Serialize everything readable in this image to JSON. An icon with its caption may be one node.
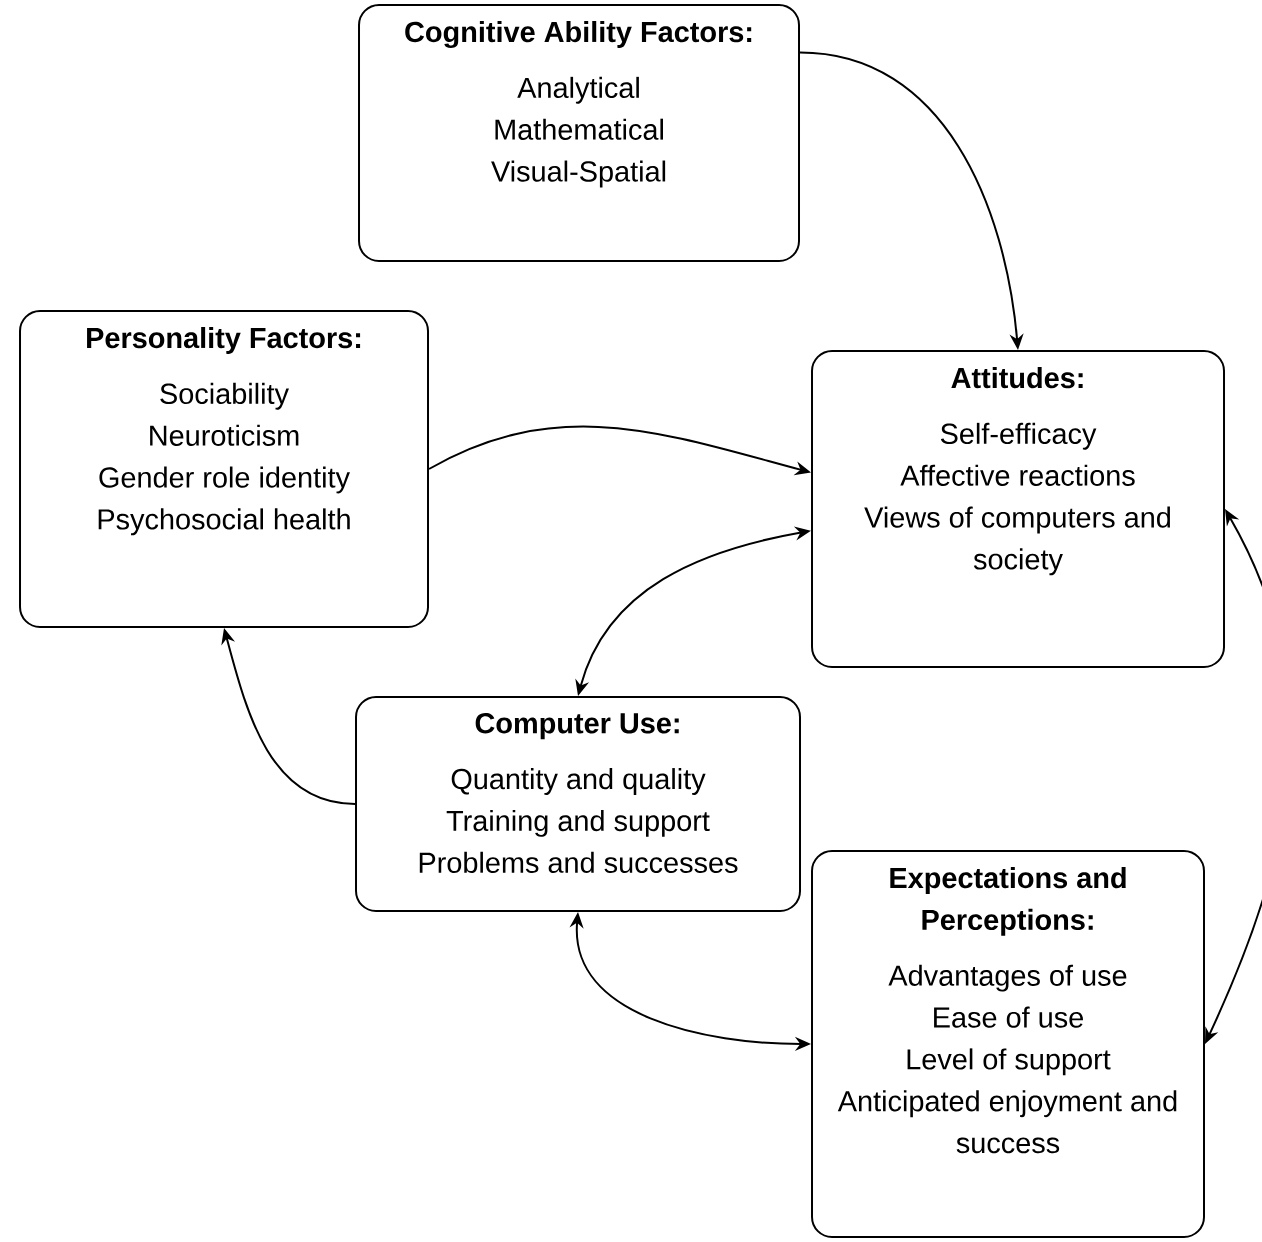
{
  "diagram": {
    "nodes": [
      {
        "text": [
          "Cognitive Ability Factors:",
          "Analytical",
          "Mathematical",
          "Visual-Spatial"
        ]
      },
      {
        "text": [
          "Personality Factors:",
          "Sociability",
          "Neuroticism",
          "Gender role identity",
          "Psychosocial health"
        ]
      },
      {
        "text": [
          "Attitudes:",
          "Self-efficacy",
          "Affective reactions",
          "Views of computers and society"
        ]
      },
      {
        "text": [
          "Computer Use:",
          "Quantity and quality",
          "Training and support",
          "Problems and successes"
        ]
      },
      {
        "text": [
          "Expectations and Perceptions:",
          "Advantages of use",
          "Ease of use",
          "Level of support",
          "Anticipated enjoyment and success"
        ]
      }
    ],
    "edges": [
      {
        "from": 0,
        "to": 2,
        "arrow": "to"
      },
      {
        "from": 1,
        "to": 2,
        "arrow": "to"
      },
      {
        "from": 2,
        "to": 3,
        "arrow": "both"
      },
      {
        "from": 3,
        "to": 1,
        "arrow": "to"
      },
      {
        "from": 3,
        "to": 4,
        "arrow": "both"
      },
      {
        "from": 4,
        "to": 2,
        "arrow": "both"
      }
    ]
  }
}
